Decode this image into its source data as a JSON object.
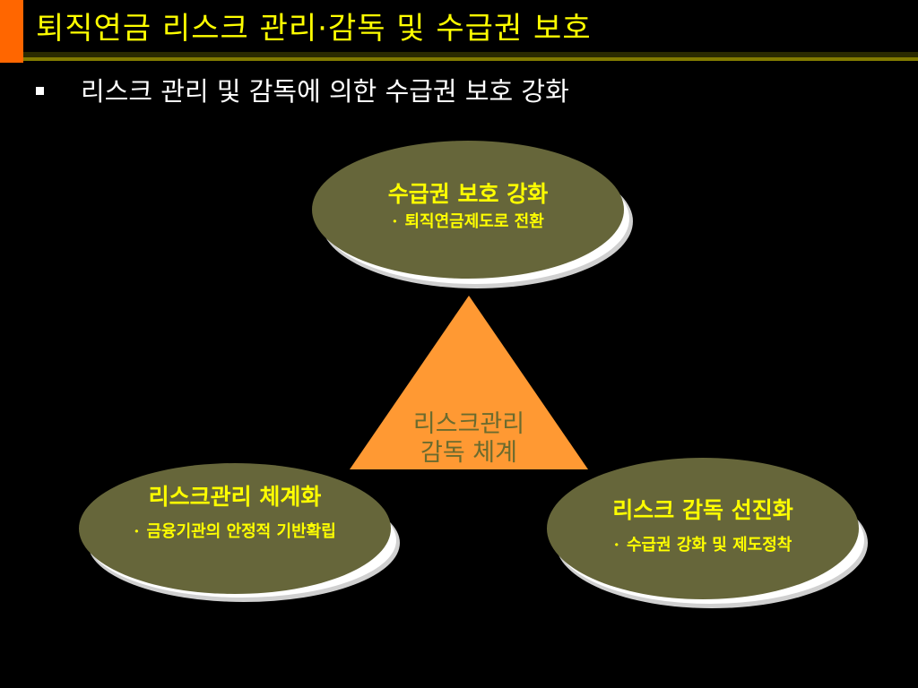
{
  "slide": {
    "title": "퇴직연금 리스크 관리·감독 및 수급권 보호",
    "bullet": "리스크 관리 및 감독에 의한 수급권 보호 강화"
  },
  "diagram": {
    "center": {
      "line1": "리스크관리",
      "line2": "감독 체계"
    },
    "nodes": [
      {
        "title": "수급권 보호 강화",
        "bullet_mark": "·",
        "item": "퇴직연금제도로 전환"
      },
      {
        "title": "리스크관리 체계화",
        "bullet_mark": "·",
        "item": "금융기관의 안정적 기반확립"
      },
      {
        "title": "리스크 감독 선진화",
        "bullet_mark": "·",
        "item": "수급권 강화 및 제도정착"
      }
    ]
  },
  "colors": {
    "background": "#000000",
    "accent": "#FF6600",
    "title_text": "#FFFF00",
    "title_rule": "#807A00",
    "ellipse_fill": "#66663A",
    "ellipse_shadow": "#FFFFFF",
    "triangle_fill": "#FF9933",
    "center_text": "#6B6B2E"
  }
}
